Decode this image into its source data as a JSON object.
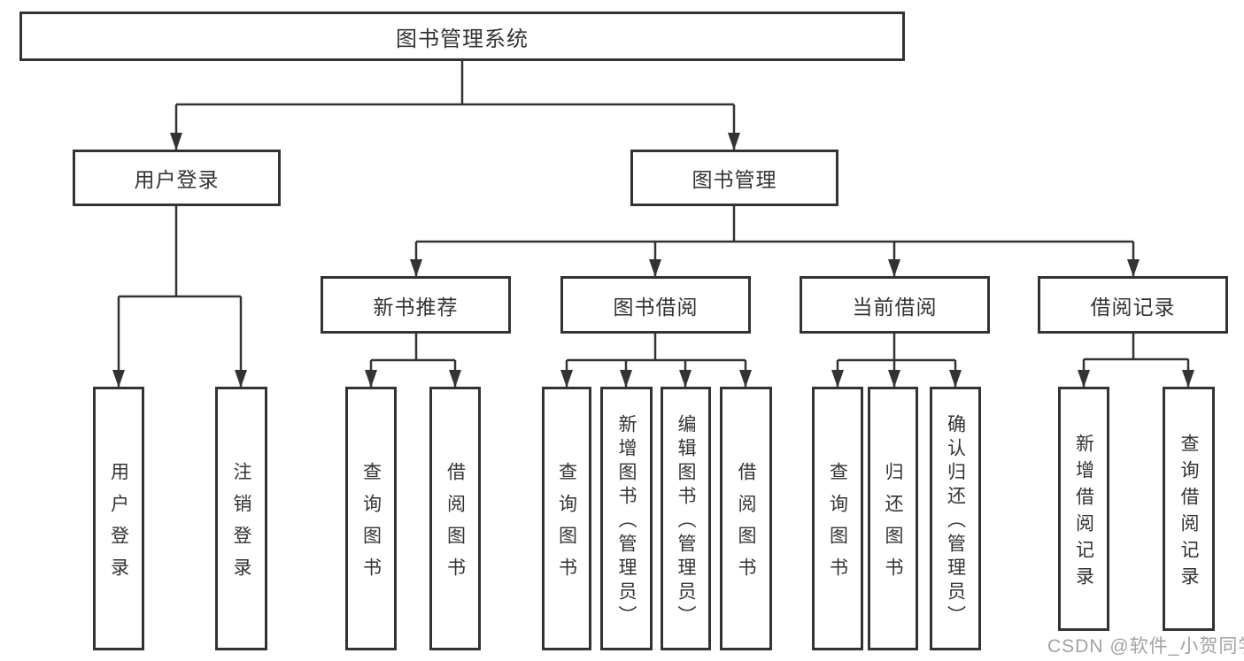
{
  "tree": {
    "root": {
      "label": "图书管理系统"
    },
    "branches": [
      {
        "label": "用户登录",
        "children": [
          {
            "label": "用户登录"
          },
          {
            "label": "注销登录"
          }
        ]
      },
      {
        "label": "图书管理",
        "children": [
          {
            "label": "新书推荐",
            "children": [
              {
                "label": "查询图书"
              },
              {
                "label": "借阅图书"
              }
            ]
          },
          {
            "label": "图书借阅",
            "children": [
              {
                "label": "查询图书"
              },
              {
                "label": "新增图书（管理员）"
              },
              {
                "label": "编辑图书（管理员）"
              },
              {
                "label": "借阅图书"
              }
            ]
          },
          {
            "label": "当前借阅",
            "children": [
              {
                "label": "查询图书"
              },
              {
                "label": "归还图书"
              },
              {
                "label": "确认归还（管理员）"
              }
            ]
          },
          {
            "label": "借阅记录",
            "children": [
              {
                "label": "新增借阅记录"
              },
              {
                "label": "查询借阅记录"
              }
            ]
          }
        ]
      }
    ]
  },
  "watermark": {
    "text": "CSDN @软件_小贺同学"
  },
  "colors": {
    "line": "#333333",
    "border": "#333333",
    "text": "#333333",
    "background": "#ffffff",
    "watermark": "#989898"
  }
}
